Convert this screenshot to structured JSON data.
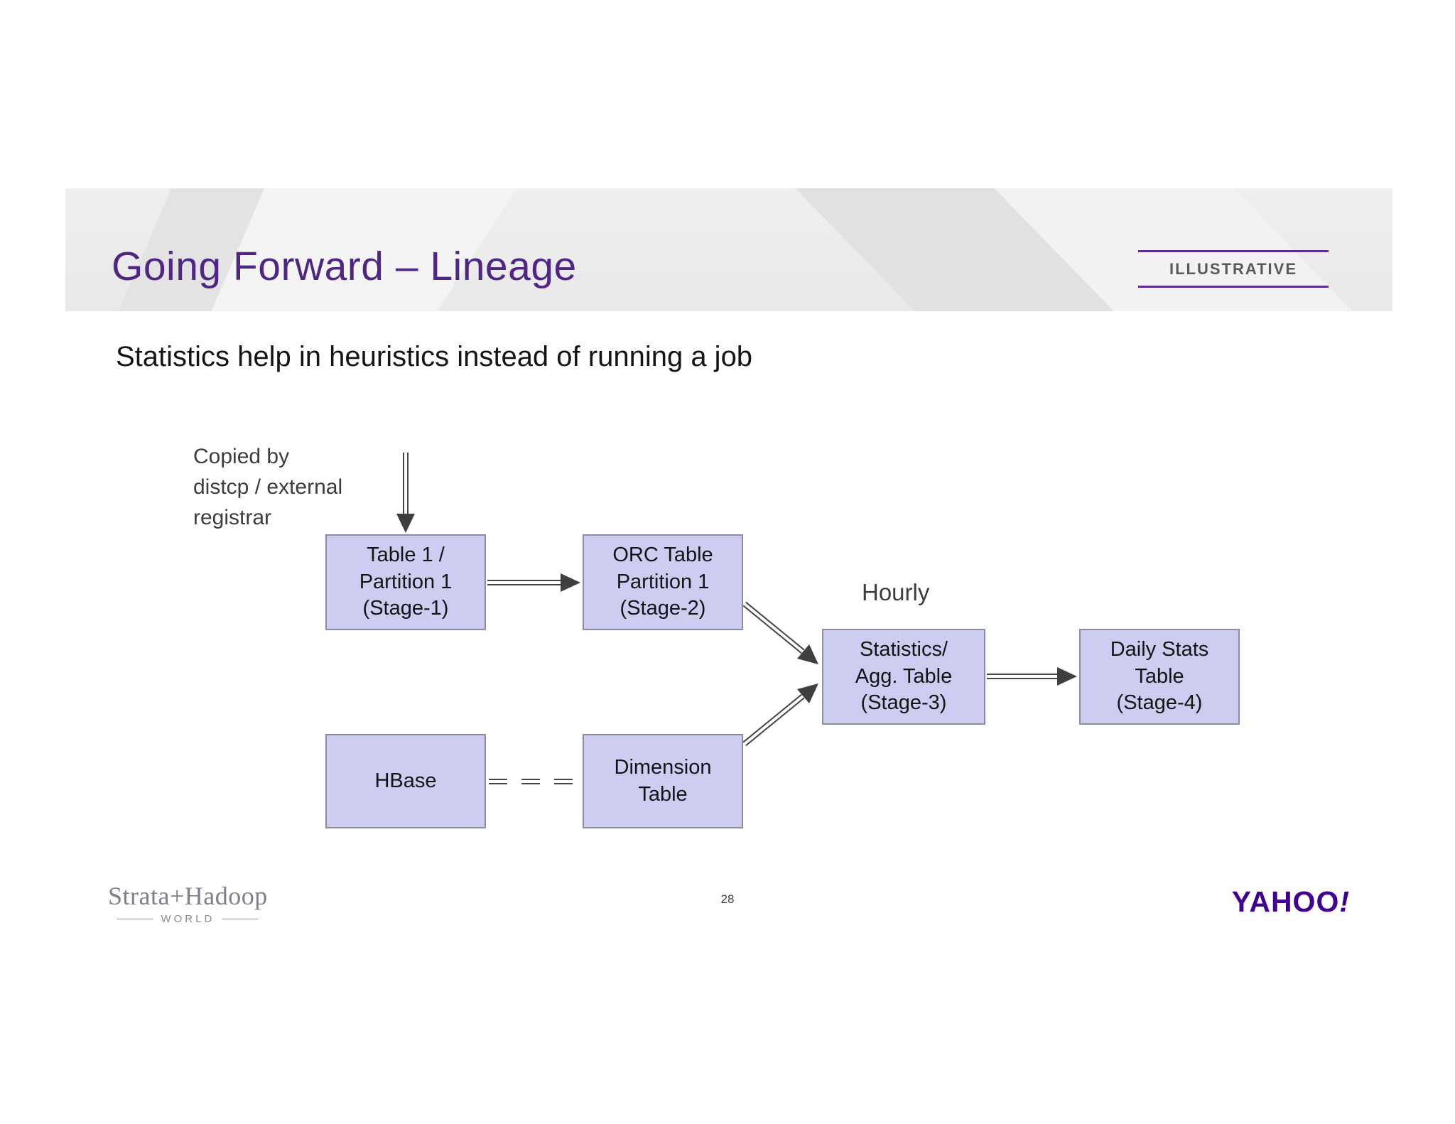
{
  "slide": {
    "title": "Going Forward – Lineage",
    "tag": "ILLUSTRATIVE",
    "subtitle": "Statistics help in heuristics instead of running a job",
    "page_number": "28"
  },
  "diagram": {
    "annotation": "Copied by\ndistcp / external\nregistrar",
    "hourly_label": "Hourly",
    "nodes": [
      {
        "id": "stage1",
        "label": "Table 1 /\nPartition 1\n(Stage-1)"
      },
      {
        "id": "stage2",
        "label": "ORC Table\nPartition 1\n(Stage-2)"
      },
      {
        "id": "stage3",
        "label": "Statistics/\nAgg. Table\n(Stage-3)"
      },
      {
        "id": "stage4",
        "label": "Daily Stats\nTable\n(Stage-4)"
      },
      {
        "id": "hbase",
        "label": "HBase"
      },
      {
        "id": "dimension",
        "label": "Dimension\nTable"
      }
    ],
    "edges": [
      {
        "from": "external-copy",
        "to": "stage1",
        "style": "double-line-arrow"
      },
      {
        "from": "stage1",
        "to": "stage2",
        "style": "double-line-arrow"
      },
      {
        "from": "stage2",
        "to": "stage3",
        "style": "double-line-arrow"
      },
      {
        "from": "dimension",
        "to": "stage3",
        "style": "double-line-arrow"
      },
      {
        "from": "stage3",
        "to": "stage4",
        "style": "double-line-arrow"
      },
      {
        "from": "hbase",
        "to": "dimension",
        "style": "double-dashed-line"
      }
    ]
  },
  "footer": {
    "strata_logo": "Strata+Hadoop",
    "strata_sub": "WORLD",
    "yahoo_logo_text": "YAHOO",
    "yahoo_logo_bang": "!"
  },
  "colors": {
    "title_purple": "#4F2683",
    "illustrative_line_purple": "#5F2D91",
    "yahoo_purple": "#400090",
    "box_fill": "#CDCDF2",
    "box_border": "#8C8CA0",
    "arrow_gray": "#454545",
    "band_gray": "#ECECEC"
  }
}
